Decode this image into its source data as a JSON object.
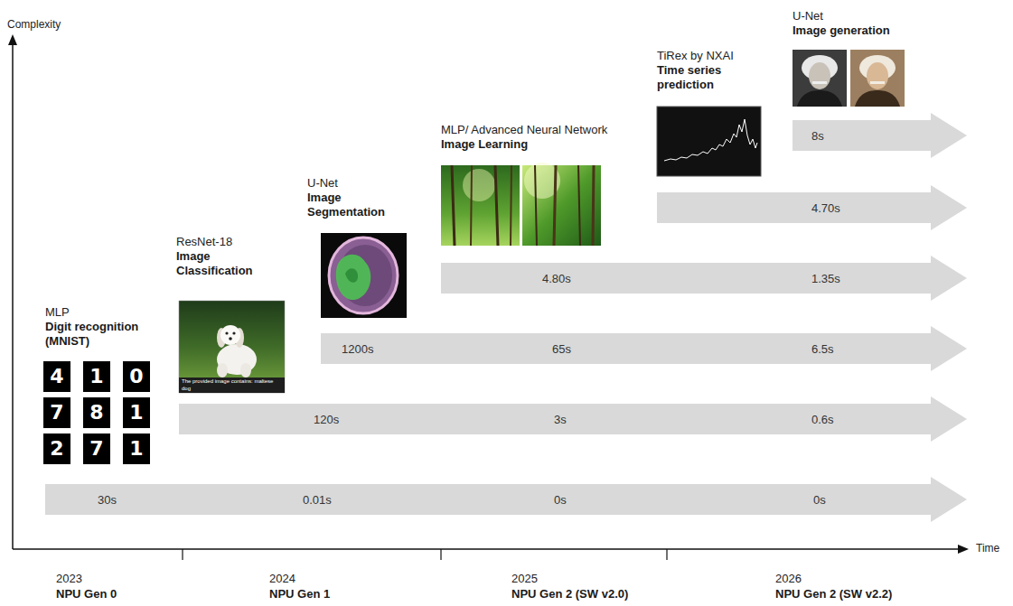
{
  "diagram": {
    "nodes": [
      {
        "text": [
          "8s"
        ]
      },
      {
        "text": [
          "4.70s"
        ]
      },
      {
        "text": [
          "4.80s",
          "1.35s"
        ]
      },
      {
        "text": [
          "1200s",
          "65s",
          "6.5s"
        ]
      },
      {
        "text": [
          "120s",
          "3s",
          "0.6s"
        ]
      },
      {
        "text": [
          "30s",
          "0.01s",
          "0s",
          "0s"
        ]
      }
    ],
    "labels": [
      "Complexity",
      "MLP",
      "Digit recognition (MNIST)",
      "4",
      "1",
      "0",
      "7",
      "8",
      "1",
      "2",
      "7",
      "1",
      "ResNet-18",
      "Image Classification",
      "The provided image contains: maltese dog",
      "U-Net",
      "Image Segmentation",
      "MLP/ Advanced Neural Network",
      "Image Learning",
      "TiRex by NXAI",
      "Time series prediction",
      "U-Net",
      "Image generation",
      "Time",
      "2023",
      "NPU Gen 0",
      "2024",
      "NPU Gen 1",
      "2025",
      "NPU Gen 2 (SW v2.0)",
      "2026",
      "NPU Gen 2 (SW v2.2)"
    ]
  }
}
